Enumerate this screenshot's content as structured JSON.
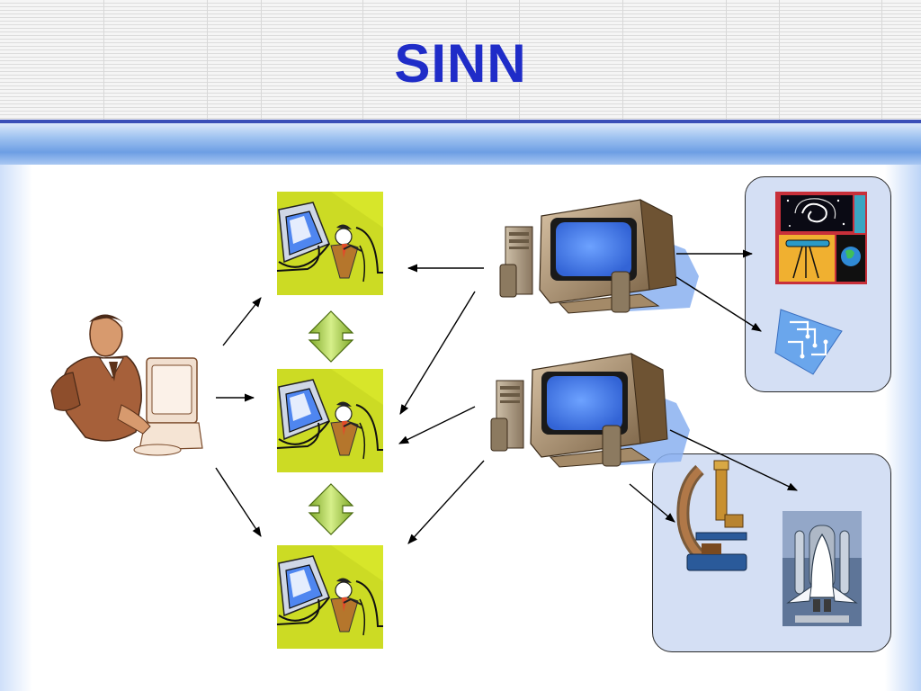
{
  "slide": {
    "title": "SINN"
  },
  "colors": {
    "title": "#1f2cc8",
    "panel_fill": "#d4dff4",
    "arrow": "#000000",
    "double_arrow_fill": "#a8cc3c",
    "screen_blue": "#4f86f0",
    "card_bg": "#cfe022"
  },
  "diagram": {
    "nodes": [
      {
        "id": "user",
        "icon": "man-at-computer-icon"
      },
      {
        "id": "node-top",
        "icon": "user-at-screen-icon"
      },
      {
        "id": "node-middle",
        "icon": "user-at-screen-icon"
      },
      {
        "id": "node-bottom",
        "icon": "user-at-screen-icon"
      },
      {
        "id": "server-1",
        "icon": "desktop-computer-icon"
      },
      {
        "id": "server-2",
        "icon": "desktop-computer-icon"
      },
      {
        "id": "resource-astronomy",
        "icon": "telescope-galaxy-icon"
      },
      {
        "id": "resource-chip",
        "icon": "circuit-chip-icon"
      },
      {
        "id": "resource-microscope",
        "icon": "microscope-icon"
      },
      {
        "id": "resource-shuttle",
        "icon": "space-shuttle-icon"
      }
    ],
    "edges": [
      {
        "from": "user",
        "to": "node-top",
        "type": "arrow"
      },
      {
        "from": "user",
        "to": "node-middle",
        "type": "arrow"
      },
      {
        "from": "user",
        "to": "node-bottom",
        "type": "arrow"
      },
      {
        "from": "node-top",
        "to": "node-middle",
        "type": "double-arrow"
      },
      {
        "from": "node-middle",
        "to": "node-bottom",
        "type": "double-arrow"
      },
      {
        "from": "server-1",
        "to": "node-top",
        "type": "arrow"
      },
      {
        "from": "server-1",
        "to": "node-middle",
        "type": "arrow"
      },
      {
        "from": "server-2",
        "to": "node-middle",
        "type": "arrow"
      },
      {
        "from": "server-2",
        "to": "node-bottom",
        "type": "arrow"
      },
      {
        "from": "server-1",
        "to": "resource-astronomy",
        "type": "arrow"
      },
      {
        "from": "server-1",
        "to": "resource-chip",
        "type": "arrow"
      },
      {
        "from": "server-2",
        "to": "resource-shuttle",
        "type": "arrow"
      },
      {
        "from": "server-2",
        "to": "resource-microscope",
        "type": "arrow"
      }
    ]
  }
}
